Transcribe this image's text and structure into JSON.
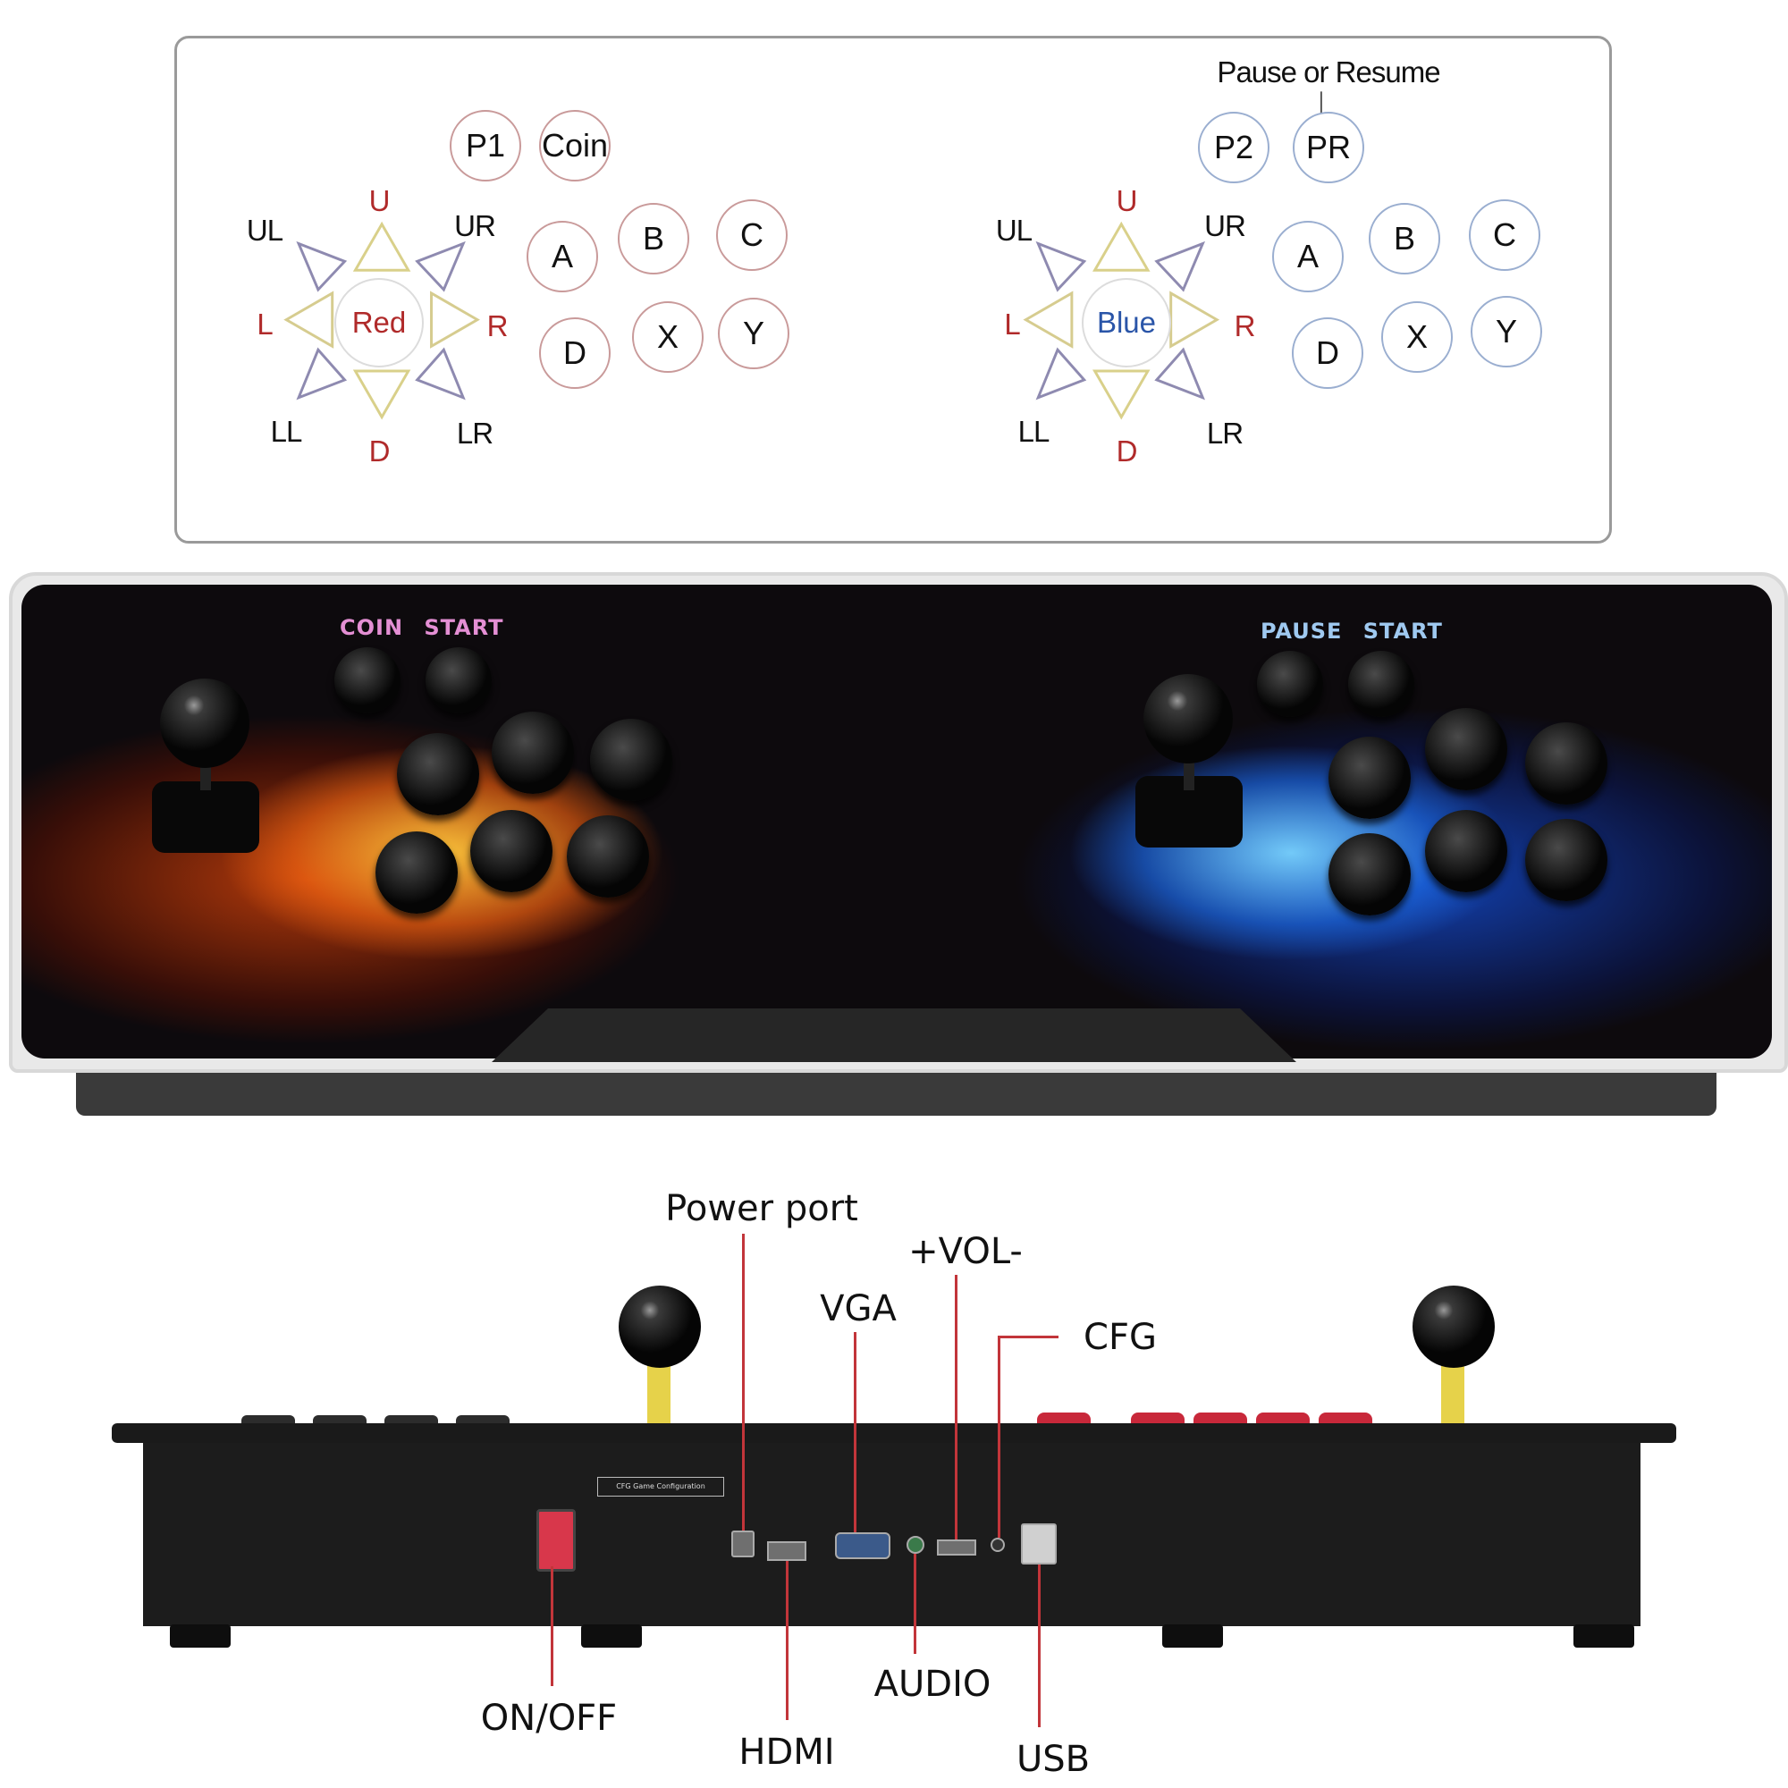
{
  "layout_diagram": {
    "p1": {
      "top_buttons": [
        "P1",
        "Coin"
      ],
      "joystick_center": "Red",
      "directions": {
        "up": "U",
        "down": "D",
        "left": "L",
        "right": "R",
        "up_left": "UL",
        "up_right": "UR",
        "low_left": "LL",
        "low_right": "LR"
      },
      "action_buttons": [
        "A",
        "B",
        "C",
        "D",
        "X",
        "Y"
      ],
      "ring_color": "#c99a9a"
    },
    "p2": {
      "top_buttons": [
        "P2",
        "PR"
      ],
      "joystick_center": "Blue",
      "directions": {
        "up": "U",
        "down": "D",
        "left": "L",
        "right": "R",
        "up_left": "UL",
        "up_right": "UR",
        "low_left": "LL",
        "low_right": "LR"
      },
      "action_buttons": [
        "A",
        "B",
        "C",
        "D",
        "X",
        "Y"
      ],
      "ring_color": "#9aaed0"
    },
    "pr_note": "Pause or Resume",
    "colors": {
      "direction_red": "#b02a2a",
      "center_blue": "#2a55a8",
      "up_arrow": "#d9d08a",
      "diag_arrow": "#8e8ab0",
      "side_arrow": "#d6cc8f"
    }
  },
  "console_top": {
    "p1_labels": {
      "coin": "COIN",
      "start": "START",
      "color": "#e48fd4"
    },
    "p2_labels": {
      "pause": "PAUSE",
      "start": "START",
      "color": "#9fc9f0"
    }
  },
  "back_panel": {
    "callouts": {
      "power_port": "Power port",
      "vga": "VGA",
      "vol": "+VOL-",
      "cfg": "CFG",
      "on_off": "ON/OFF",
      "hdmi": "HDMI",
      "audio": "AUDIO",
      "usb": "USB"
    },
    "cfg_tag": "CFG Game Configuration",
    "lead_color": "#c2353a"
  }
}
